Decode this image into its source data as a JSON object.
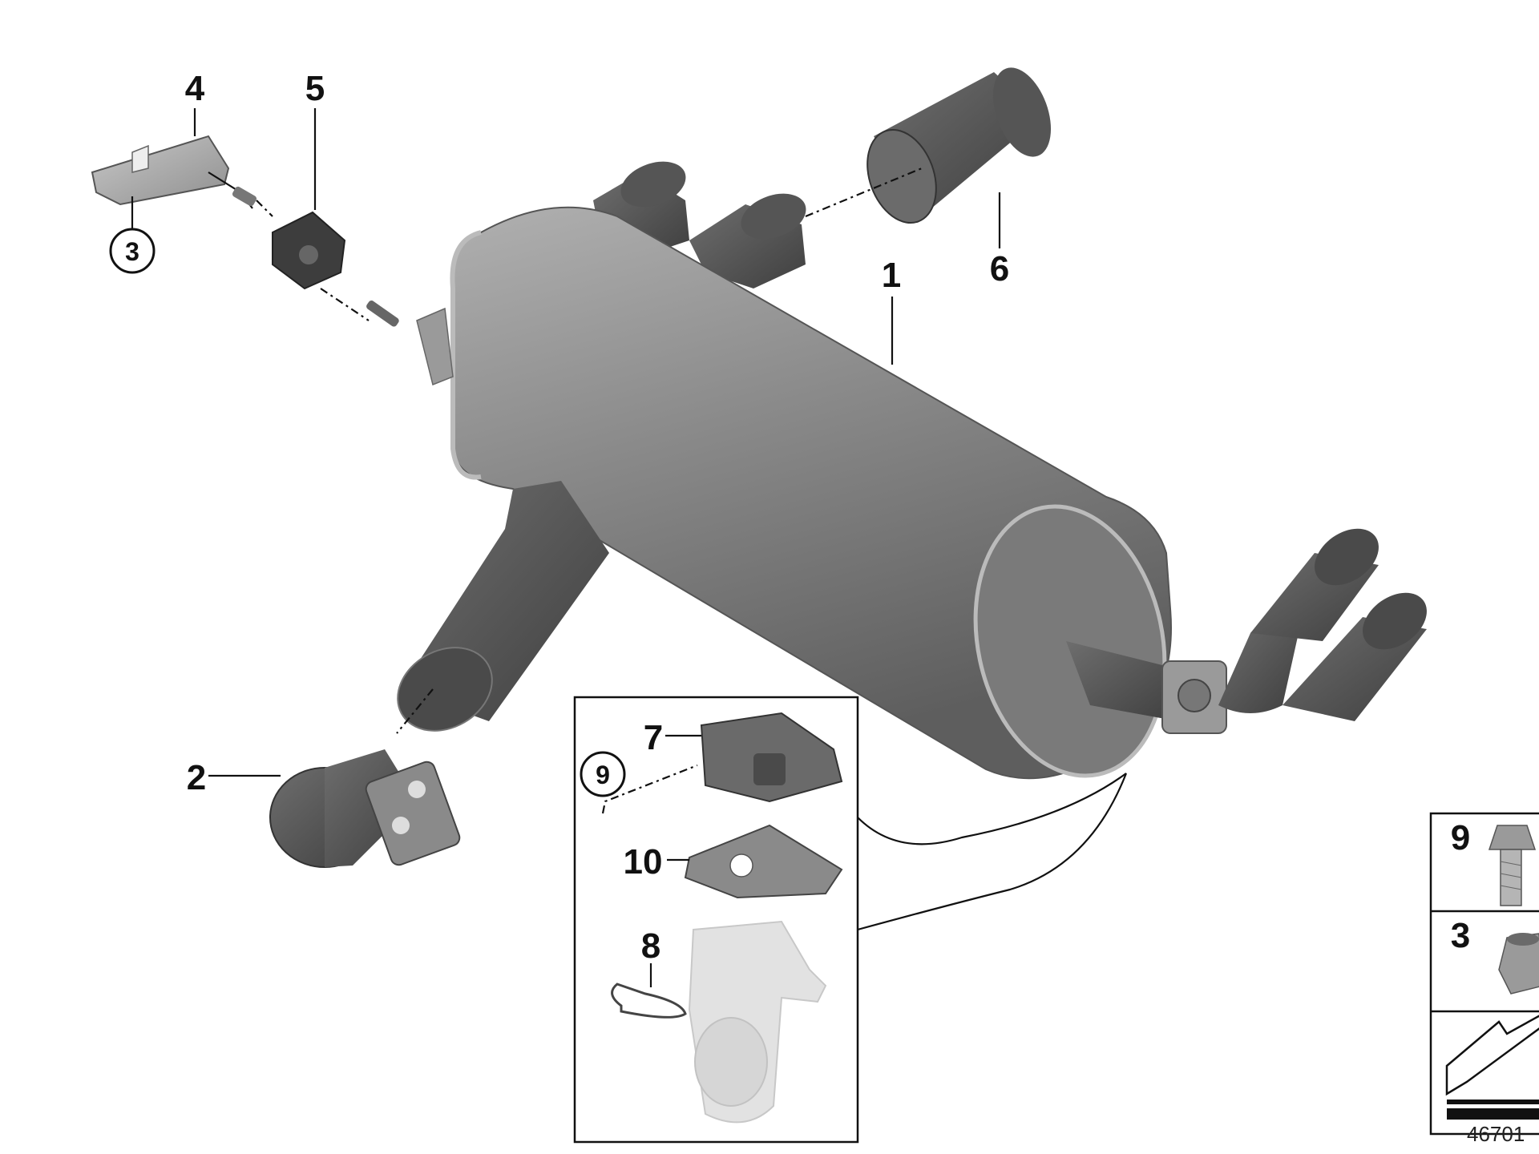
{
  "diagram": {
    "callouts": [
      {
        "id": "part-1",
        "label": "1"
      },
      {
        "id": "part-2",
        "label": "2"
      },
      {
        "id": "part-4",
        "label": "4"
      },
      {
        "id": "part-5",
        "label": "5"
      },
      {
        "id": "part-6",
        "label": "6"
      },
      {
        "id": "part-7",
        "label": "7"
      },
      {
        "id": "part-8",
        "label": "8"
      },
      {
        "id": "part-10",
        "label": "10"
      }
    ],
    "circled_callouts": [
      {
        "id": "circled-3",
        "label": "3"
      },
      {
        "id": "circled-9",
        "label": "9"
      }
    ],
    "legend": {
      "items": [
        {
          "label": "9",
          "icon": "hex-bolt-icon"
        },
        {
          "label": "3",
          "icon": "hex-nut-icon"
        }
      ],
      "footer_icon": "direction-arrow-icon"
    },
    "reference_number": "46701",
    "colors": {
      "part_dark": "#5a5a5a",
      "part_body": "#8c8c8c",
      "part_ghost": "#e2e2e2",
      "line": "#111111"
    }
  }
}
